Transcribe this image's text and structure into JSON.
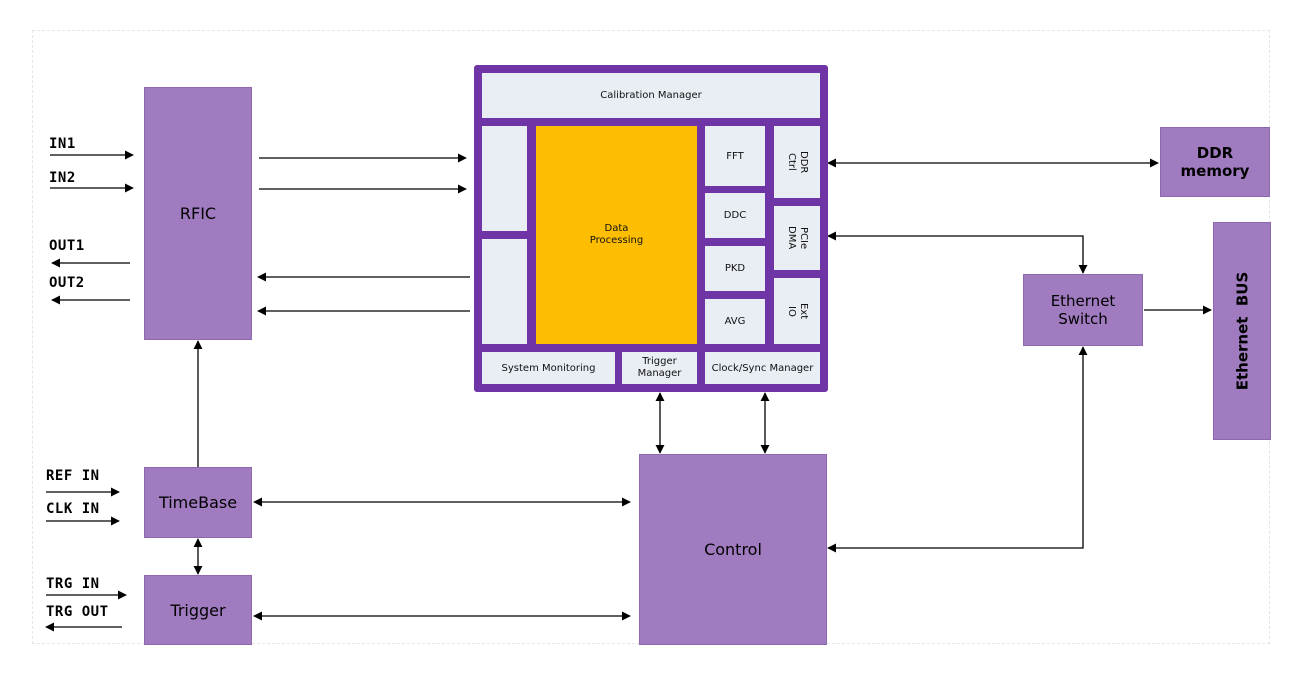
{
  "blocks": {
    "rfic": "RFIC",
    "timebase": "TimeBase",
    "trigger": "Trigger",
    "control": "Control",
    "ethernet_switch": "Ethernet\nSwitch",
    "ddr_memory": "DDR\nmemory",
    "ethernet_bus": "Ethernet  BUS"
  },
  "fpga": {
    "calibration_manager": "Calibration Manager",
    "data_processing": "Data\nProcessing",
    "fft": "FFT",
    "ddc": "DDC",
    "pkd": "PKD",
    "avg": "AVG",
    "ddr_ctrl": "DDR\nCtrl",
    "pcie_dma": "PCIe\nDMA",
    "ext_io": "Ext\nIO",
    "system_monitoring": "System Monitoring",
    "trigger_manager": "Trigger\nManager",
    "clock_sync_manager": "Clock/Sync Manager"
  },
  "signals": {
    "in1": "IN1",
    "in2": "IN2",
    "out1": "OUT1",
    "out2": "OUT2",
    "ref_in": "REF IN",
    "clk_in": "CLK IN",
    "trg_in": "TRG IN",
    "trg_out": "TRG OUT"
  },
  "colors": {
    "block_fill": "#a07bc0",
    "fpga_frame": "#6f34a6",
    "fpga_cell": "#e9edf4",
    "data_processing": "#fdbd00",
    "wire": "#000000"
  }
}
